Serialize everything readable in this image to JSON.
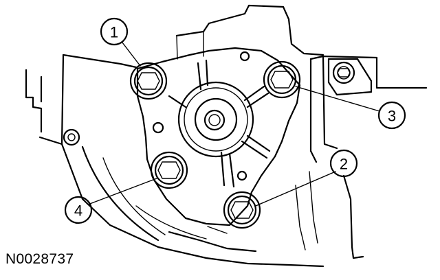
{
  "diagram": {
    "figure_id": "N0028737",
    "callouts": [
      {
        "id": "callout-1",
        "label": "1"
      },
      {
        "id": "callout-2",
        "label": "2"
      },
      {
        "id": "callout-3",
        "label": "3"
      },
      {
        "id": "callout-4",
        "label": "4"
      }
    ],
    "colors": {
      "line": "#000000",
      "background": "#ffffff"
    }
  }
}
